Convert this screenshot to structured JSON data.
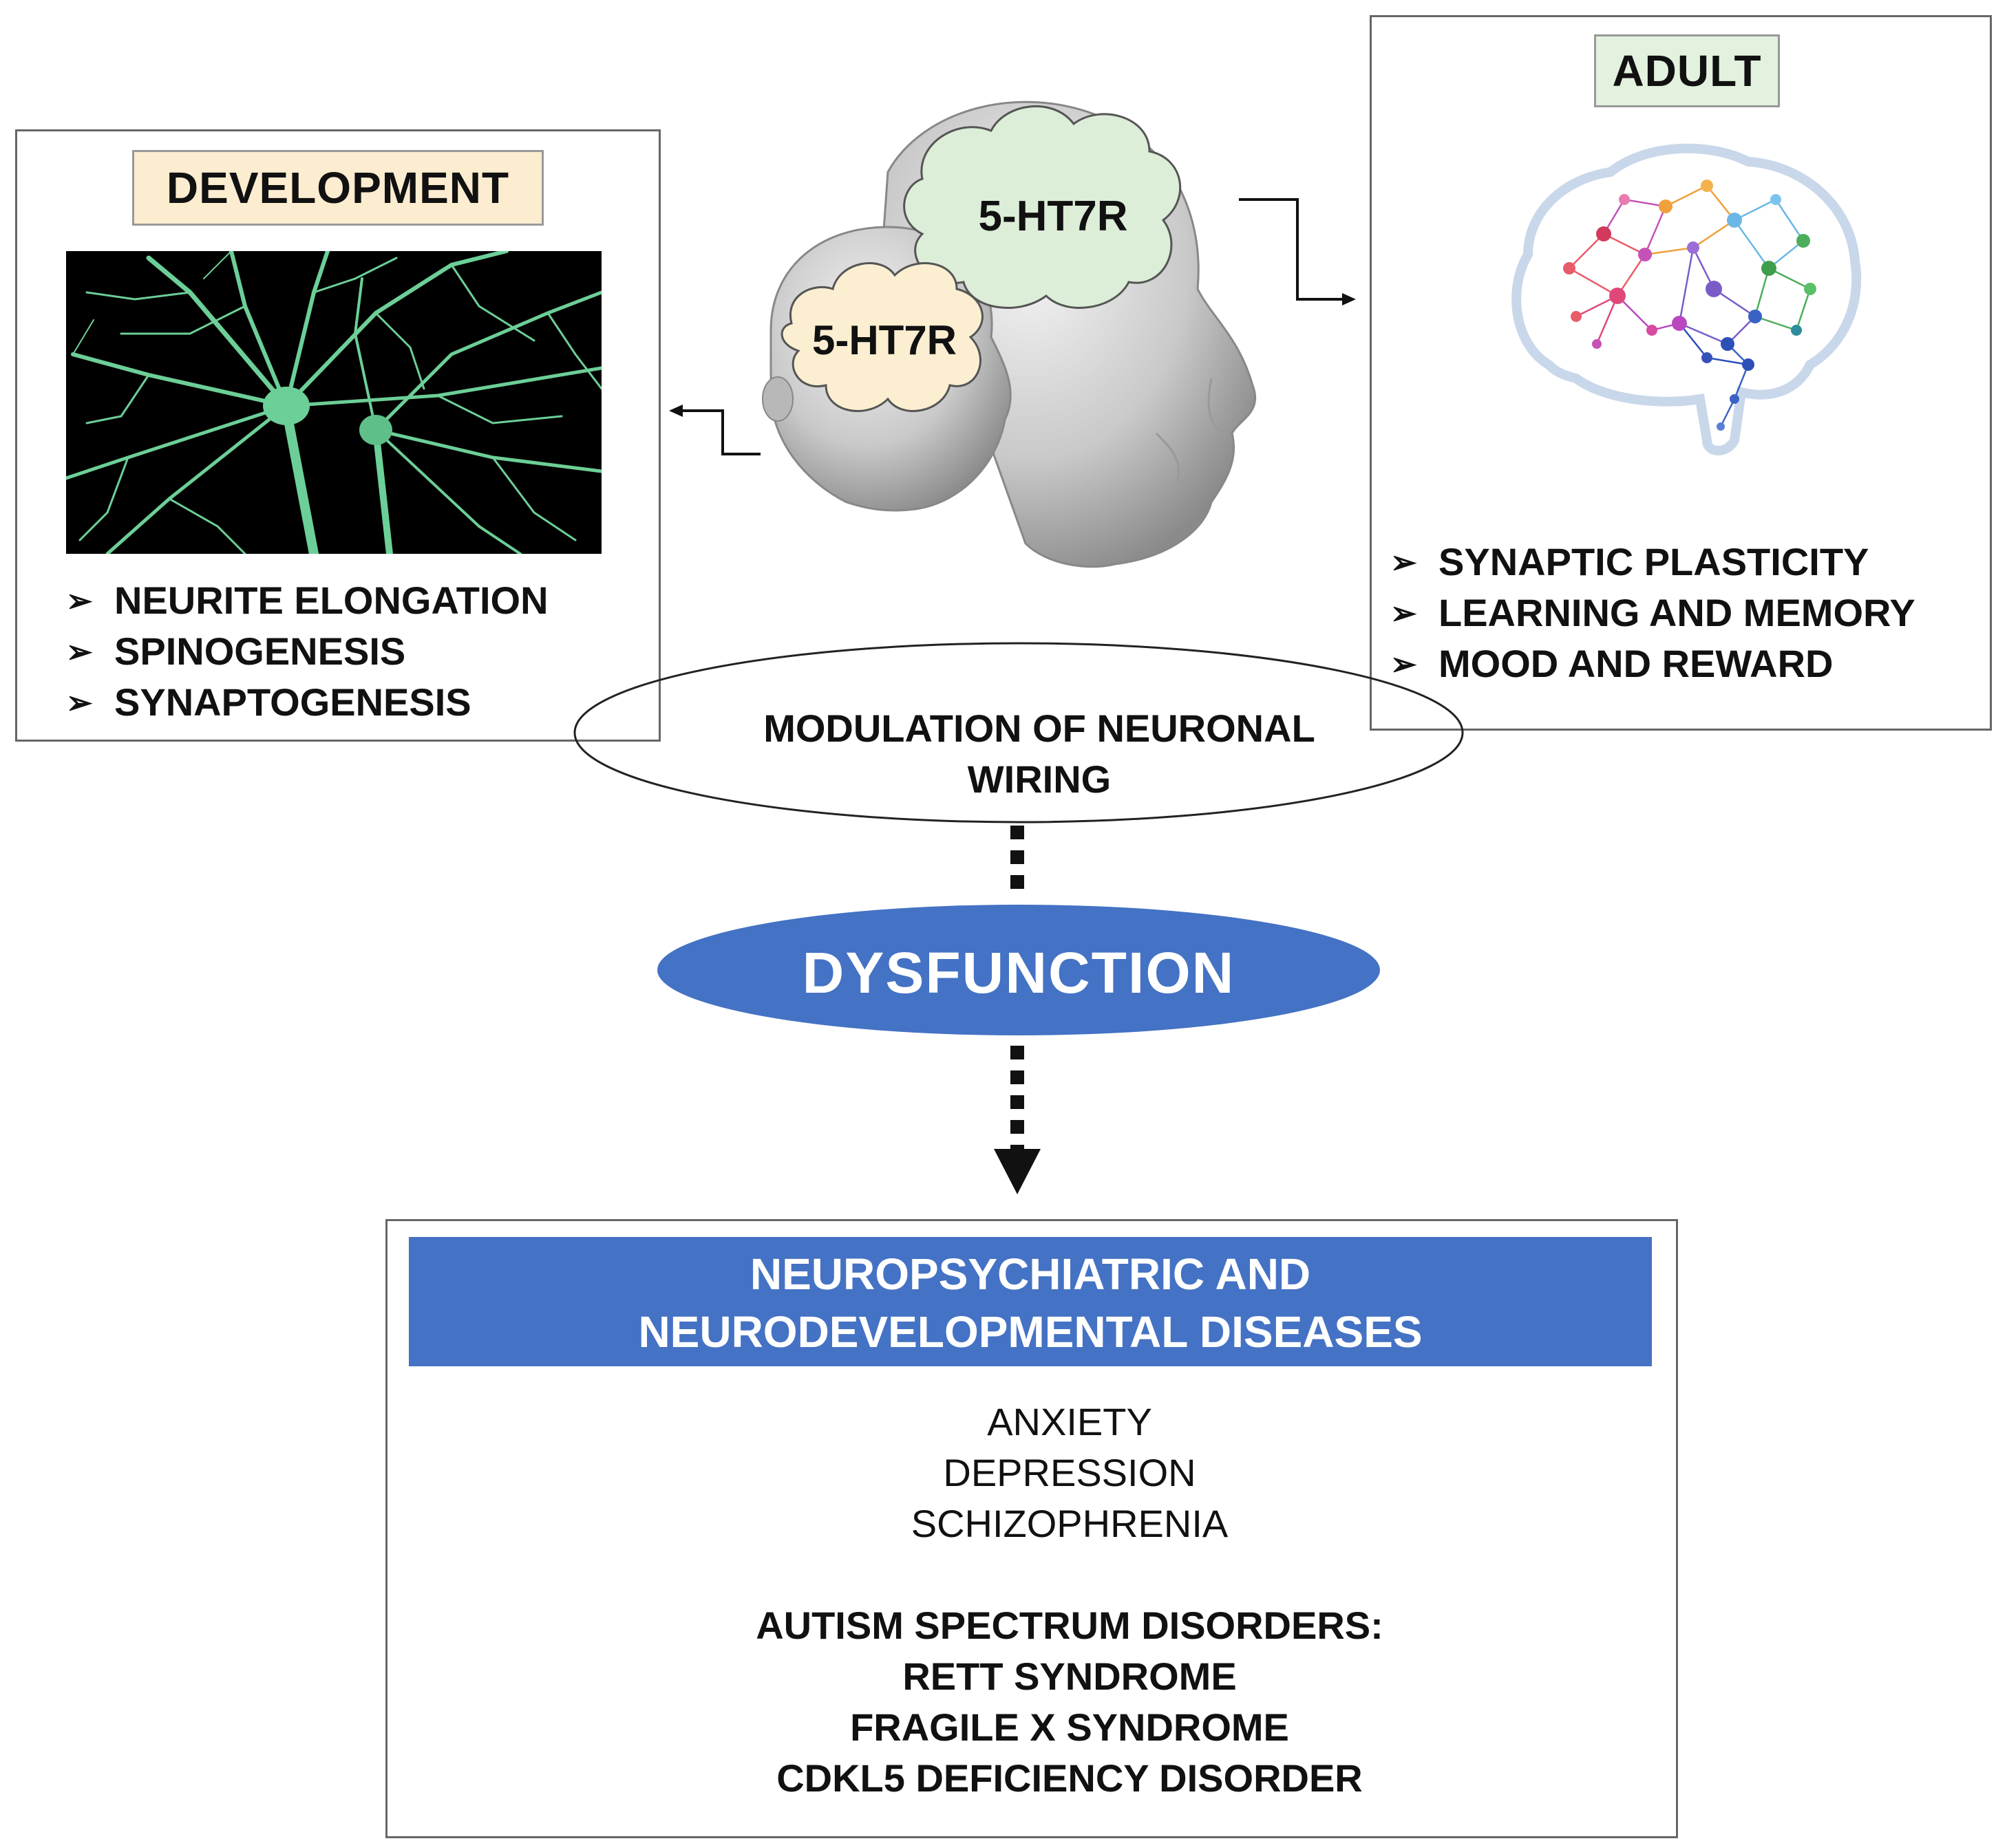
{
  "development": {
    "title": "DEVELOPMENT",
    "items": [
      "NEURITE ELONGATION",
      "SPINOGENESIS",
      "SYNAPTOGENESIS"
    ]
  },
  "adult": {
    "title": "ADULT",
    "items": [
      "SYNAPTIC PLASTICITY",
      "LEARNING AND MEMORY",
      "MOOD AND REWARD"
    ]
  },
  "heads": {
    "adult_label": "5-HT7R",
    "child_label": "5-HT7R"
  },
  "modulation": {
    "line1": "MODULATION OF NEURONAL",
    "line2": "WIRING"
  },
  "dysfunction": "DYSFUNCTION",
  "diseases": {
    "header_line1": "NEUROPSYCHIATRIC AND",
    "header_line2": "NEURODEVELOPMENTAL DISEASES",
    "general": [
      "ANXIETY",
      "DEPRESSION",
      "SCHIZOPHRENIA"
    ],
    "asd_title": "AUTISM SPECTRUM DISORDERS:",
    "asd_items": [
      "RETT SYNDROME",
      "FRAGILE X SYNDROME",
      "CDKL5 DEFICIENCY DISORDER"
    ]
  },
  "colors": {
    "dev_tag": "#fcedd0",
    "adult_tag": "#e3f1df",
    "adult_cloud": "#dcedd8",
    "child_cloud": "#fbeed1",
    "blue": "#4472c4",
    "neuron": "#6ccf97"
  }
}
